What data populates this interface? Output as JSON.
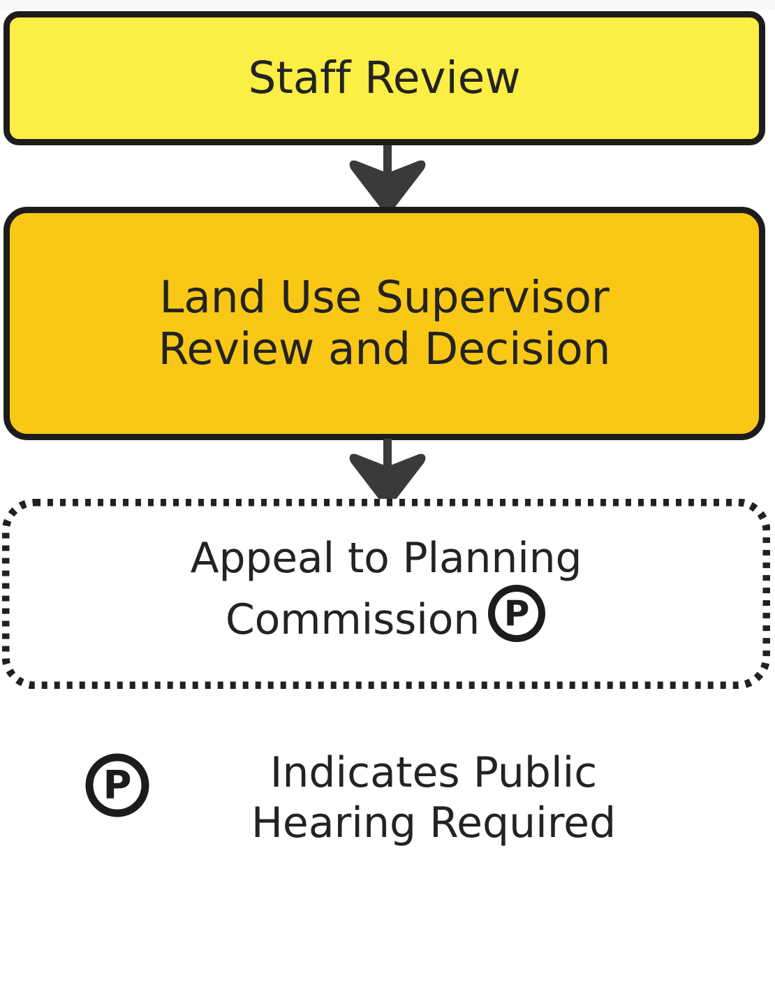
{
  "diagram": {
    "type": "flowchart",
    "title": "",
    "background_color": "#ffffff",
    "text_color": "#232323",
    "stroke_color": "#1c1c1c",
    "nodes": [
      {
        "id": "staff-review",
        "label": "Staff Review",
        "shape": "rounded-rectangle",
        "fill": "#fbee44",
        "border_style": "solid",
        "public_hearing": false
      },
      {
        "id": "land-use-supervisor",
        "label": "Land Use Supervisor Review and Decision",
        "line1": "Land Use Supervisor",
        "line2": "Review and Decision",
        "shape": "rounded-rectangle",
        "fill": "#f9c715",
        "border_style": "solid",
        "public_hearing": false
      },
      {
        "id": "appeal-planning-commission",
        "label": "Appeal to Planning Commission",
        "line1": "Appeal to Planning",
        "line2": "Commission",
        "shape": "rounded-rectangle",
        "fill": "#ffffff",
        "border_style": "dotted",
        "public_hearing": true,
        "badge": "P"
      }
    ],
    "edges": [
      {
        "from": "staff-review",
        "to": "land-use-supervisor",
        "style": "arrow-down"
      },
      {
        "from": "land-use-supervisor",
        "to": "appeal-planning-commission",
        "style": "arrow-down"
      }
    ],
    "legend": {
      "badge": "P",
      "line1": "Indicates Public",
      "line2": "Hearing Required",
      "text": "Indicates Public Hearing Required"
    }
  }
}
